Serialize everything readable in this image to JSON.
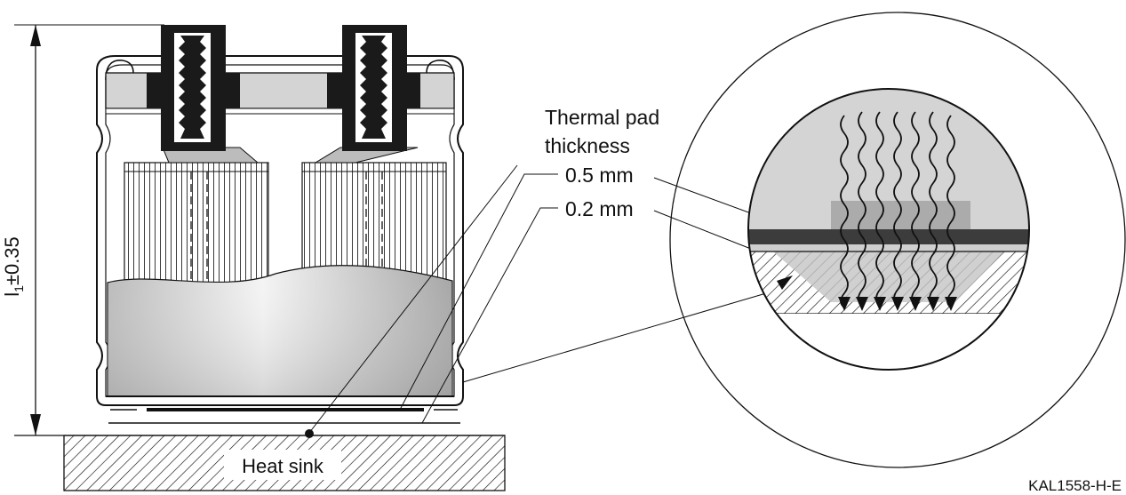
{
  "dimension_label": {
    "base": "l",
    "subscript": "1",
    "tolerance": "±0.35"
  },
  "thermal_pad": {
    "heading_line1": "Thermal pad",
    "heading_line2": "thickness",
    "option_a": "0.5 mm",
    "option_b": "0.2 mm"
  },
  "heat_sink_label": "Heat sink",
  "drawing_code": "KAL1558-H-E",
  "colors": {
    "line": "#111111",
    "terminal": "#1a1a1a",
    "light_gray": "#d2d2d2",
    "mid_gray": "#a9a9a9",
    "dark_pad": "#3c3c3c"
  }
}
